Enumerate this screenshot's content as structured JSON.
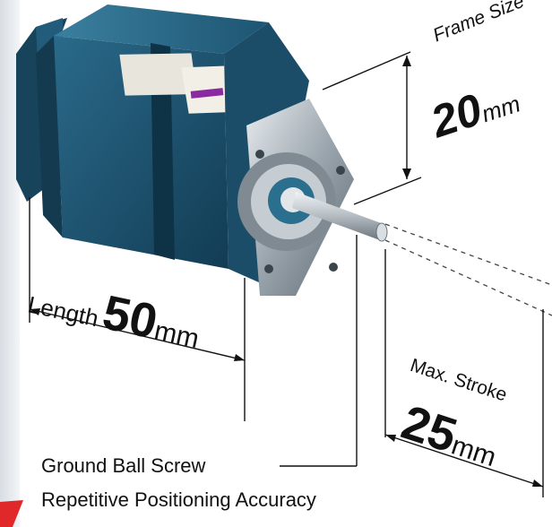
{
  "frame_size": {
    "label": "Frame Size",
    "value": "20",
    "unit": "mm"
  },
  "length": {
    "label": "Length",
    "value": "50",
    "unit": "mm"
  },
  "stroke": {
    "label": "Max. Stroke",
    "value": "25",
    "unit": "mm"
  },
  "features": {
    "ball_screw": "Ground Ball Screw",
    "accuracy": "Repetitive Positioning Accuracy"
  },
  "colors": {
    "motor_body": "#1f5a78",
    "accent_red": "#e0282a",
    "label_purple": "#8a2aa0"
  }
}
